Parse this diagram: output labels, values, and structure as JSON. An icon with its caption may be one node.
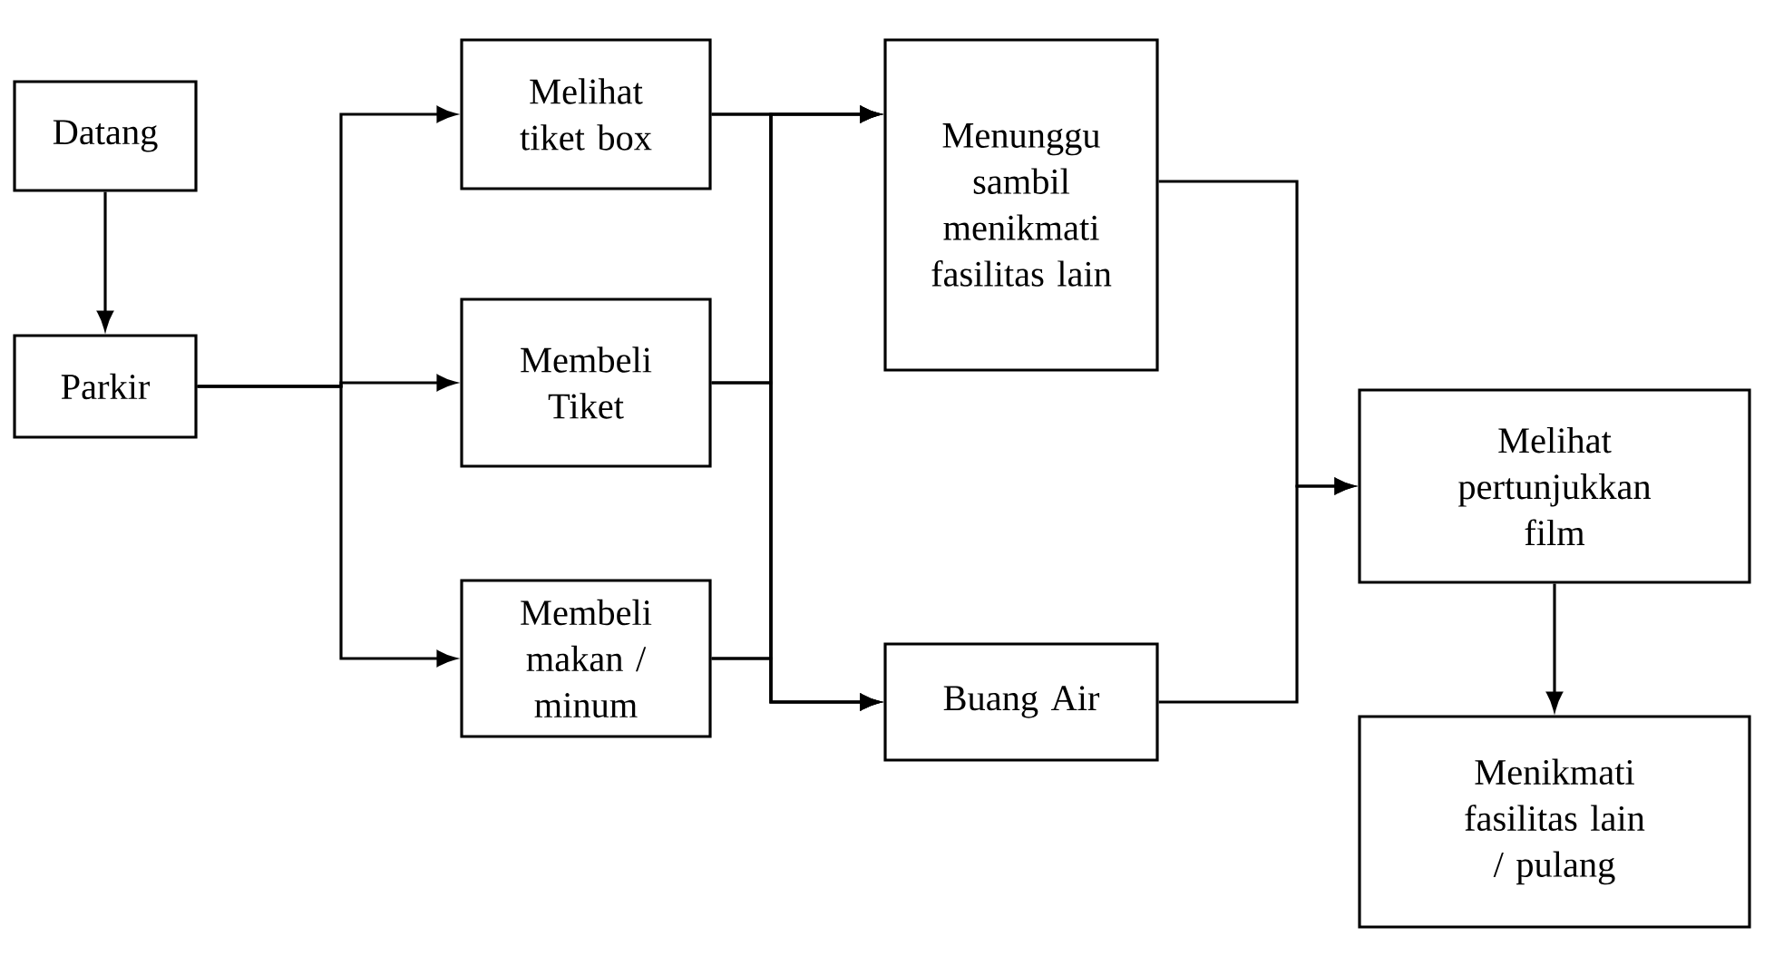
{
  "diagram": {
    "nodes": [
      {
        "text": [
          "Datang"
        ]
      },
      {
        "text": [
          "Parkir"
        ]
      },
      {
        "text": [
          "Melihat tiket box"
        ]
      },
      {
        "text": [
          "Membeli Tiket"
        ]
      },
      {
        "text": [
          "Membeli makan / minum"
        ]
      },
      {
        "text": [
          "Menunggu sambil menikmati fasilitas lain"
        ]
      },
      {
        "text": [
          "Buang Air"
        ]
      },
      {
        "text": [
          "Melihat pertunjukkan film"
        ]
      },
      {
        "text": [
          "Menikmati fasilitas lain / pulang"
        ]
      }
    ],
    "edges": [
      {
        "from": 0,
        "to": 1,
        "arrow": "to"
      },
      {
        "from": 1,
        "to": 2,
        "arrow": "to"
      },
      {
        "from": 1,
        "to": 3,
        "arrow": "to"
      },
      {
        "from": 1,
        "to": 4,
        "arrow": "to"
      },
      {
        "from": 2,
        "to": 5,
        "arrow": "to"
      },
      {
        "from": 3,
        "to": 5,
        "arrow": "to"
      },
      {
        "from": 4,
        "to": 5,
        "arrow": "to"
      },
      {
        "from": 2,
        "to": 6,
        "arrow": "to"
      },
      {
        "from": 3,
        "to": 6,
        "arrow": "to"
      },
      {
        "from": 4,
        "to": 6,
        "arrow": "to"
      },
      {
        "from": 5,
        "to": 7,
        "arrow": "to"
      },
      {
        "from": 6,
        "to": 7,
        "arrow": "to"
      },
      {
        "from": 7,
        "to": 8,
        "arrow": "to"
      }
    ]
  }
}
